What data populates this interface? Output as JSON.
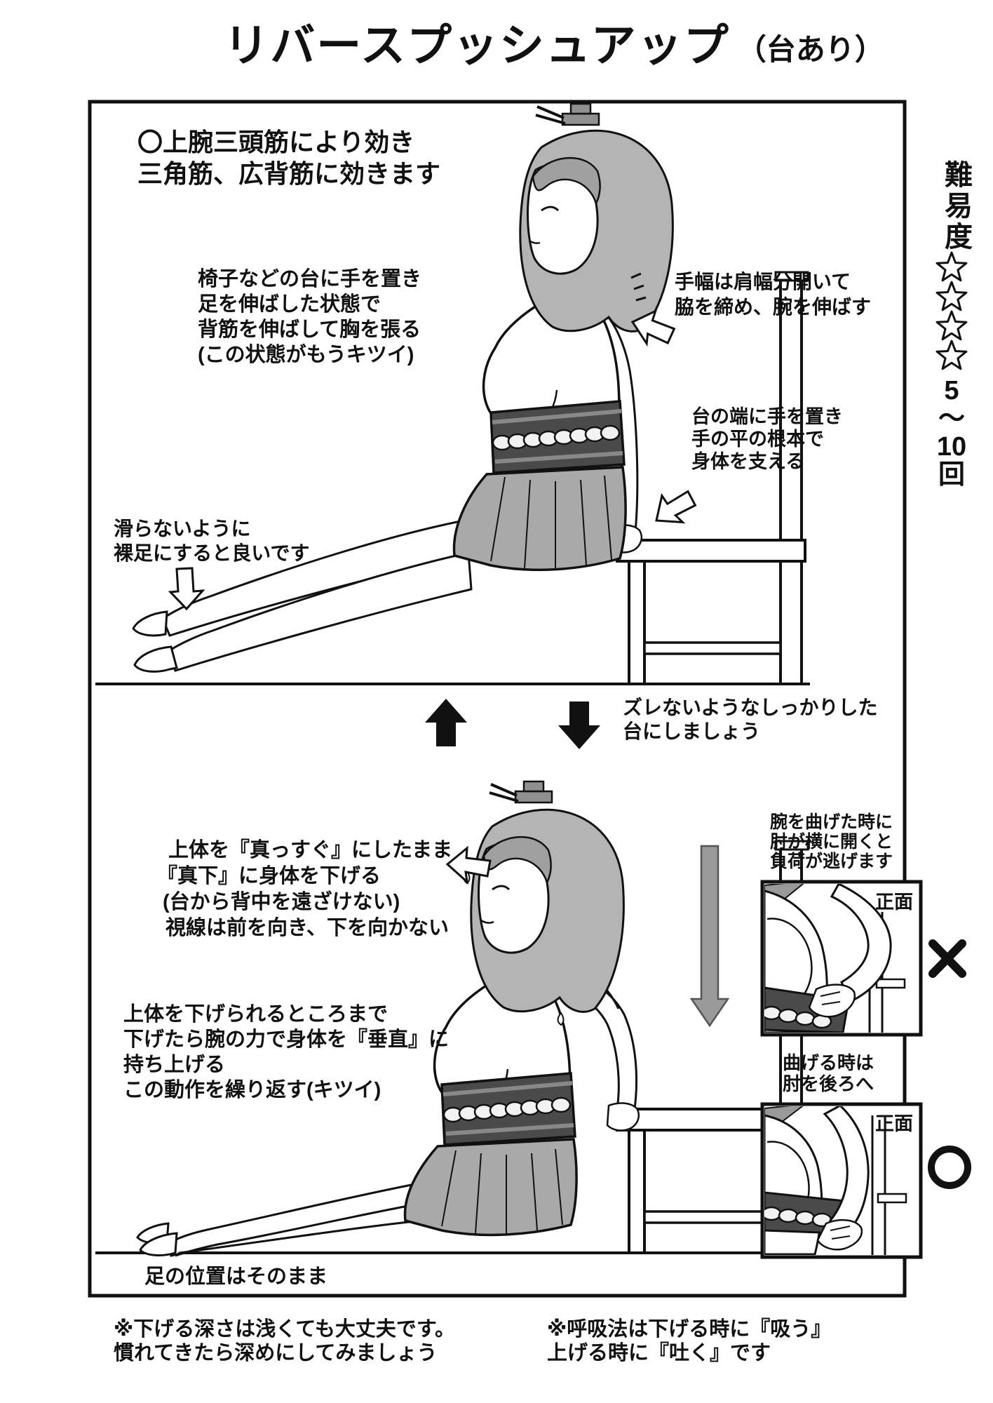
{
  "title": {
    "main": "リバースプッシュアップ",
    "sub": "（台あり）"
  },
  "difficulty": {
    "label": "難易度",
    "stars_icon": "☆☆☆☆",
    "star_count": 4,
    "reps": "5〜10回",
    "reps_parts": [
      "5",
      "〜",
      "10",
      "回"
    ]
  },
  "panel1": {
    "effect_lines": [
      "〇上腕三頭筋により効き",
      "三角筋、広背筋に効きます"
    ],
    "setup_lines": [
      "椅子などの台に手を置き",
      "足を伸ばした状態で",
      "背筋を伸ばして胸を張る",
      "(この状態がもうキツイ)"
    ],
    "hand_width_lines": [
      "手幅は肩幅分開いて",
      "脇を締め、腕を伸ばす"
    ],
    "palm_support_lines": [
      "台の端に手を置き",
      "手の平の根本で",
      "身体を支える"
    ],
    "barefoot_lines": [
      "滑らないように",
      "裸足にすると良いです"
    ]
  },
  "between_panels": {
    "stable_base_lines": [
      "ズレないようなしっかりした",
      "台にしましょう"
    ]
  },
  "panel2": {
    "lower_body_lines": [
      "上体を『真っすぐ』にしたまま",
      "『真下』に身体を下げる",
      "(台から背中を遠ざけない)",
      "視線は前を向き、下を向かない"
    ],
    "push_up_lines": [
      "上体を下げられるところまで",
      "下げたら腕の力で身体を『垂直』に",
      "持ち上げる",
      "この動作を繰り返す(キツイ)"
    ],
    "elbow_warning_lines": [
      "腕を曲げた時に",
      "肘が横に開くと",
      "負荷が逃げます"
    ],
    "inset_wrong_label": "正面",
    "inset_correct_label": "正面",
    "wrong_mark_icon": "✕",
    "correct_mark_icon": "〇",
    "bend_tip_lines": [
      "曲げる時は",
      "肘を後ろへ"
    ],
    "feet_note": "足の位置はそのまま"
  },
  "footer": {
    "depth_note_lines": [
      "※下げる深さは浅くても大丈夫です。",
      "慣れてきたら深めにしてみましょう"
    ],
    "breathing_note_lines": [
      "※呼吸法は下げる時に『吸う』",
      "上げる時に『吐く』です"
    ]
  },
  "colors": {
    "ink": "#111111",
    "hair_gray": "#b4b4b4",
    "skirt_gray": "#a9a9a9",
    "obi_dark": "#4a4a4a",
    "arrow_gray": "#9a9a9a",
    "paper": "#ffffff"
  }
}
